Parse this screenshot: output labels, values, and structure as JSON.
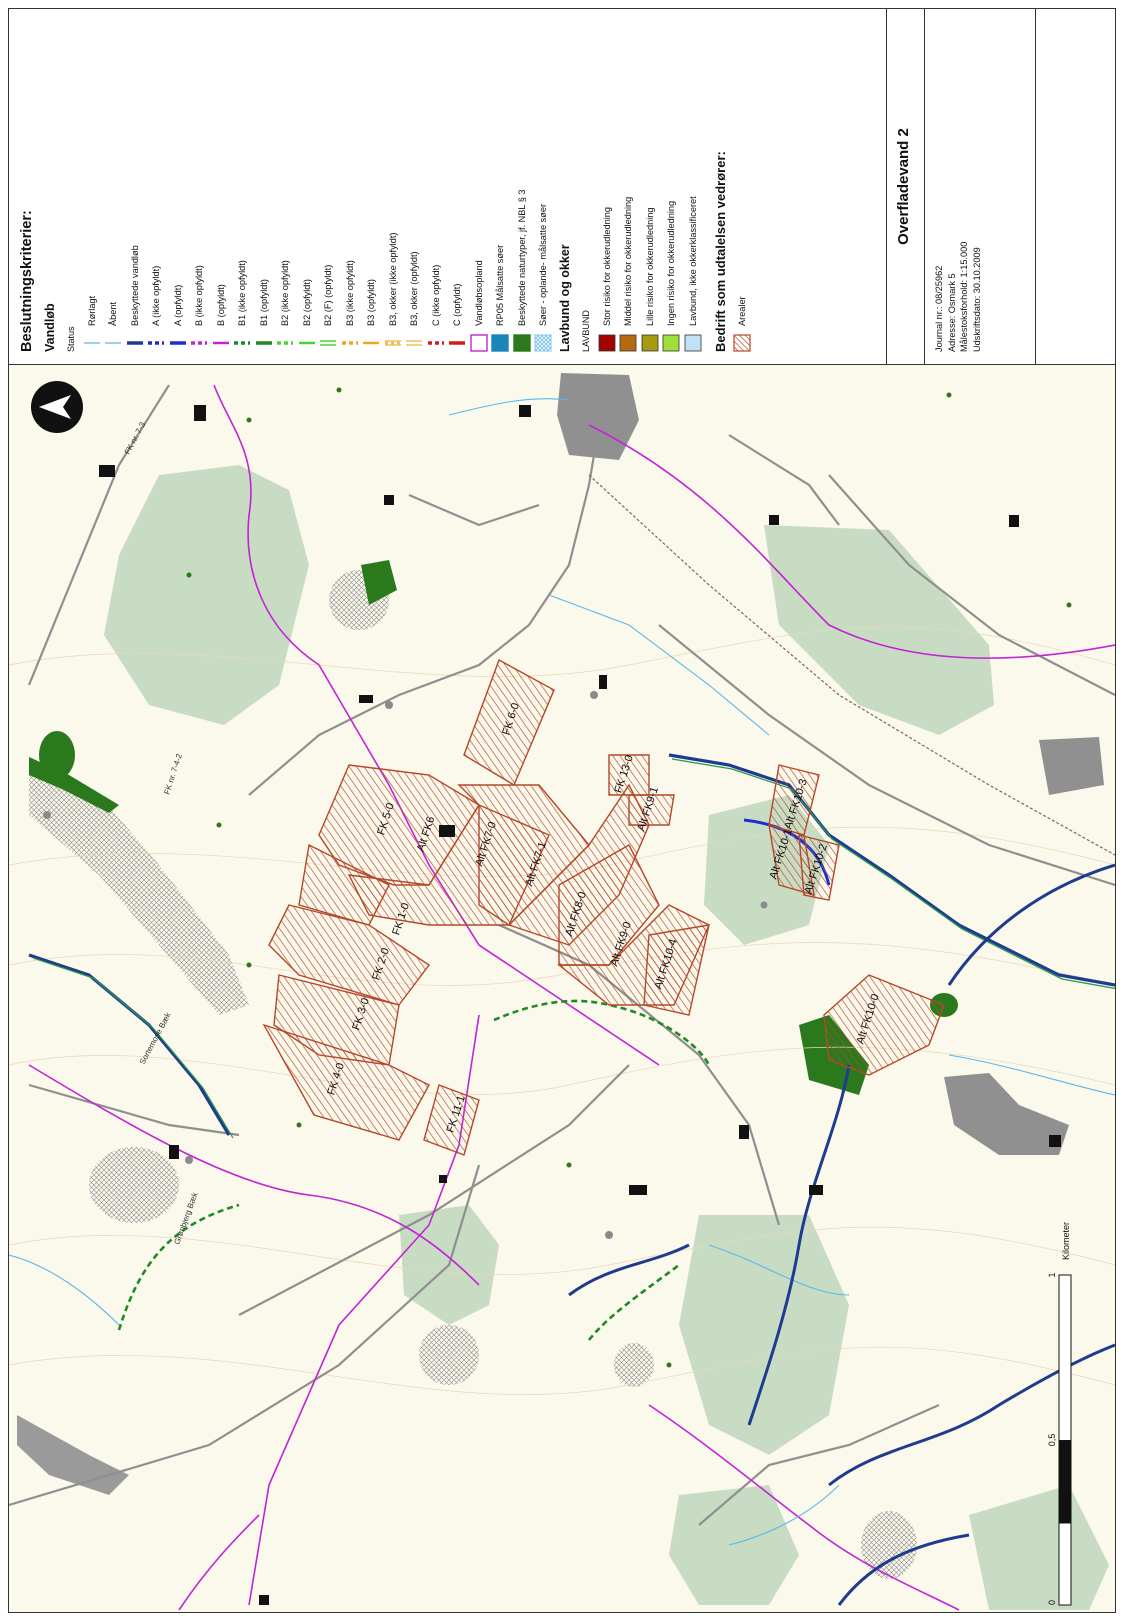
{
  "legend": {
    "title": "Beslutningskriterier:",
    "group_vandlob": "Vandløb",
    "status_label": "Status",
    "items": [
      {
        "label": "Rørlagt",
        "kind": "line",
        "color": "#5bb8e8",
        "style": "solid-thin"
      },
      {
        "label": "Åbent",
        "kind": "line",
        "color": "#5bb8e8",
        "style": "solid-thin"
      },
      {
        "label": "Beskyttede vandløb",
        "kind": "line",
        "color": "#1f3b8f",
        "style": "solid-thick"
      },
      {
        "label": "A (ikke opfyldt)",
        "kind": "line",
        "color": "#1d2fd1",
        "style": "dashed"
      },
      {
        "label": "A (opfyldt)",
        "kind": "line",
        "color": "#1d2fd1",
        "style": "solid-thick"
      },
      {
        "label": "B (ikke opfyldt)",
        "kind": "line",
        "color": "#c224d6",
        "style": "dashed"
      },
      {
        "label": "B (opfyldt)",
        "kind": "line",
        "color": "#c224d6",
        "style": "solid"
      },
      {
        "label": "B1 (ikke opfyldt)",
        "kind": "line",
        "color": "#1f8a24",
        "style": "dashed"
      },
      {
        "label": "B1 (opfyldt)",
        "kind": "line",
        "color": "#1f8a24",
        "style": "solid-thick"
      },
      {
        "label": "B2 (ikke opfyldt)",
        "kind": "line",
        "color": "#44d633",
        "style": "dashed"
      },
      {
        "label": "B2 (opfyldt)",
        "kind": "line",
        "color": "#44d633",
        "style": "solid"
      },
      {
        "label": "B2 (F) (opfyldt)",
        "kind": "line",
        "color": "#44d633",
        "style": "double"
      },
      {
        "label": "B3 (ikke opfyldt)",
        "kind": "line",
        "color": "#f0a51c",
        "style": "dashed"
      },
      {
        "label": "B3 (opfyldt)",
        "kind": "line",
        "color": "#f0a51c",
        "style": "solid"
      },
      {
        "label": "B3, okker (ikke opfyldt)",
        "kind": "line",
        "color": "#f0c060",
        "style": "double-dashed"
      },
      {
        "label": "B3, okker (opfyldt)",
        "kind": "line",
        "color": "#f0c060",
        "style": "double"
      },
      {
        "label": "C (ikke opfyldt)",
        "kind": "line",
        "color": "#d61a1a",
        "style": "dashed"
      },
      {
        "label": "C (opfyldt)",
        "kind": "line",
        "color": "#d61a1a",
        "style": "solid-thick"
      },
      {
        "label": "Vandløbsopland",
        "kind": "box",
        "color": "#ffffff",
        "stroke": "#c224d6"
      },
      {
        "label": "RP05 Målsatte søer",
        "kind": "box",
        "color": "#1a86b8",
        "stroke": "#1a86b8"
      },
      {
        "label": "Beskyttede naturtyper, jf. NBL § 3",
        "kind": "box",
        "color": "#2a7a1d",
        "stroke": "#2a7a1d"
      },
      {
        "label": "Søer - oplande- målsatte søer",
        "kind": "hatch",
        "color": "#7fc4ec",
        "stroke": "#7fc4ec"
      }
    ],
    "group_lavbund": "Lavbund og okker",
    "lavbund_label": "LAVBUND",
    "lavbund_items": [
      {
        "label": "Stor risiko for okkerudledning",
        "color": "#a30000"
      },
      {
        "label": "Middel risiko for okkerudledning",
        "color": "#b56a10"
      },
      {
        "label": "Lille risiko for okkerudledning",
        "color": "#a59a10"
      },
      {
        "label": "Ingen risiko for okkerudledning",
        "color": "#9ee03a"
      },
      {
        "label": "Lavbund, ikke okkerklassificeret",
        "color": "#bfe3f5"
      }
    ],
    "bedrift_heading": "Bedrift som udtalelsen vedrører:",
    "bedrift_item": "Arealer",
    "panel_title": "Overfladevand 2",
    "info": [
      "Journal nr.: 08/25962",
      "Adresse: Osmark 5",
      "Målestoksforhold: 1:15.000",
      "Udskriftsdato: 30.10.2009"
    ]
  },
  "map": {
    "field_labels": [
      "FK 6-0",
      "FK 5-0",
      "Alt FK6",
      "Alt FK7-0",
      "Alt FK7-1",
      "FK 13-0",
      "Alt FK9-1",
      "FK 1-0",
      "FK 2-0",
      "FK 3-0",
      "FK 4-0",
      "FK 11-1",
      "Alt FK8-0",
      "Alt FK9-0",
      "Alt FK10-4",
      "Alt FK10-3",
      "Alt FK10-1",
      "Alt FK10-2",
      "Alt FK10-0"
    ],
    "road_labels": [
      "FK nr. 7-3",
      "FK nr. 7-4-2",
      "Sortemose Bæk",
      "Grønbjerg Bæk"
    ],
    "scale": {
      "unit": "Kilometer",
      "ticks": [
        "0",
        "0,5",
        "1"
      ]
    },
    "colors": {
      "field": "#b5482a",
      "green": "#c8dcc3",
      "protected": "#2a7a1d",
      "village": "#909090",
      "stream_blue": "#1f3b8f",
      "catchment": "#c224d6"
    }
  }
}
